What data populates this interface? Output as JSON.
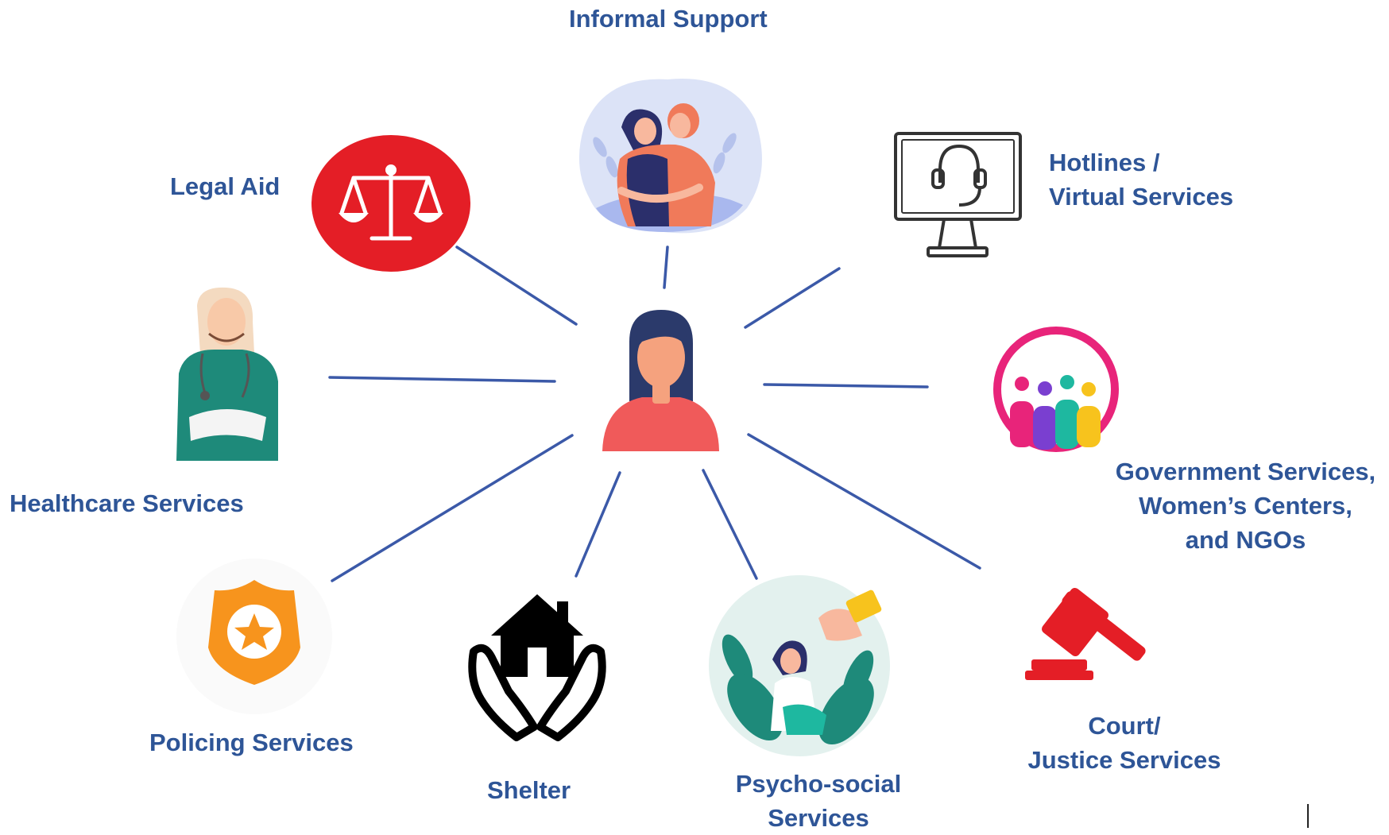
{
  "diagram": {
    "hub": {
      "icon": "woman-avatar-icon"
    },
    "labels": {
      "informal_support": "Informal Support",
      "legal_aid": "Legal Aid",
      "hotlines_line1": "Hotlines /",
      "hotlines_line2": "Virtual Services",
      "healthcare": "Healthcare Services",
      "government_line1": "Government Services,",
      "government_line2": "Women’s Centers,",
      "government_line3": "and NGOs",
      "policing": "Policing Services",
      "shelter": "Shelter",
      "psychosocial_line1": "Psycho-social",
      "psychosocial_line2": "Services",
      "court_line1": "Court/",
      "court_line2": "Justice Services"
    },
    "icons": {
      "informal_support": "hugging-women-icon",
      "legal_aid": "scales-of-justice-icon",
      "hotlines": "headset-monitor-icon",
      "healthcare": "doctor-icon",
      "government": "community-people-icon",
      "policing": "police-badge-icon",
      "shelter": "house-in-hands-icon",
      "psychosocial": "helping-hand-icon",
      "court": "gavel-icon"
    },
    "colors": {
      "label_text": "#2E5597",
      "connector": "#3B59A8",
      "hub_face": "#F5A27E",
      "hub_body": "#F05A5A",
      "hub_hair": "#2B3A6B",
      "legal_red": "#E41E26",
      "badge_orange": "#F7941D",
      "gavel_red": "#E41E26"
    }
  }
}
